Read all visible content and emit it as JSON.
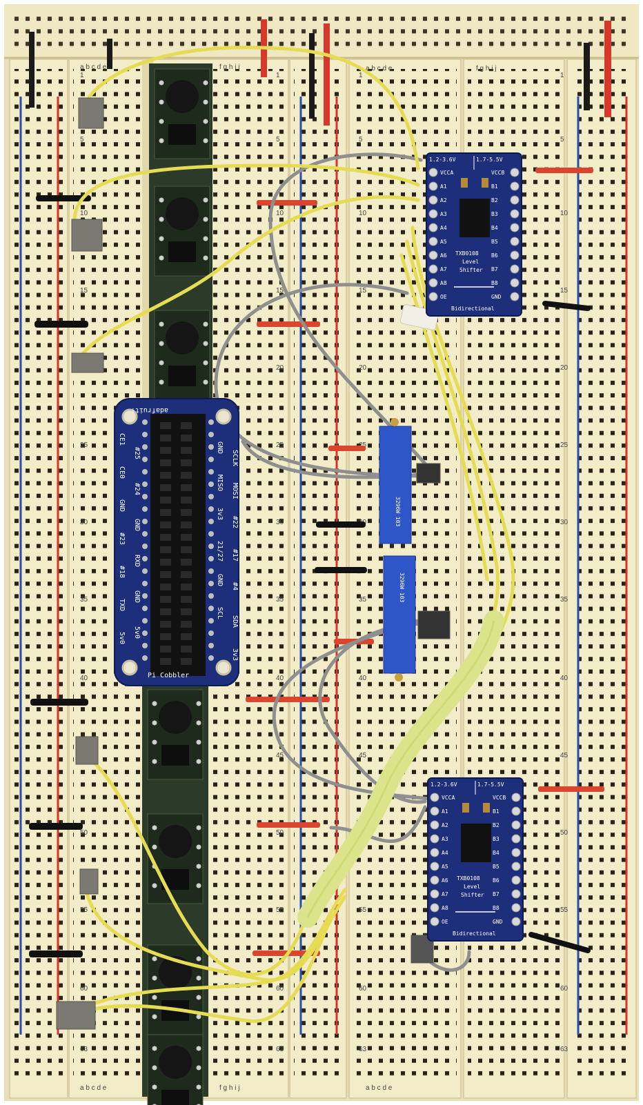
{
  "breadboard": {
    "column_letters_left": "a b c d e",
    "column_letters_right": "f g h i j",
    "row_numbers": [
      "1",
      "5",
      "10",
      "15",
      "20",
      "25",
      "30",
      "35",
      "40",
      "45",
      "50",
      "55",
      "60",
      "63"
    ]
  },
  "cobbler": {
    "brand": "adafruit!",
    "name": "Pi Cobbler",
    "left_pins": [
      "CE1",
      "CE0",
      "GND",
      "#23",
      "#18",
      "TXD",
      "5v0"
    ],
    "left_pins_inner": [
      "#25",
      "#24",
      "GND",
      "RXD",
      "GND",
      "5v0"
    ],
    "right_pins": [
      "SCLK",
      "MOSI",
      "#22",
      "#17",
      "#4",
      "SDA",
      "3v3"
    ],
    "right_pins_inner": [
      "GND",
      "MISO",
      "3v3",
      "21/27",
      "GND",
      "SCL"
    ]
  },
  "level_shifter_top": {
    "header_left": "1.2-3.6V",
    "header_right": "1.7-5.5V",
    "left_pins": [
      "VCCA",
      "A1",
      "A2",
      "A3",
      "A4",
      "A5",
      "A6",
      "A7",
      "A8",
      "OE"
    ],
    "right_pins": [
      "VCCB",
      "B1",
      "B2",
      "B3",
      "B4",
      "B5",
      "B6",
      "B7",
      "B8",
      "GND"
    ],
    "title_line1": "TXB0108",
    "title_line2": "Level",
    "title_line3": "Shifter",
    "footer": "Bidirectional"
  },
  "level_shifter_bottom": {
    "header_left": "1.2-3.6V",
    "header_right": "1.7-5.5V",
    "left_pins": [
      "VCCA",
      "A1",
      "A2",
      "A3",
      "A4",
      "A5",
      "A6",
      "A7",
      "A8",
      "OE"
    ],
    "right_pins": [
      "VCCB",
      "B1",
      "B2",
      "B3",
      "B4",
      "B5",
      "B6",
      "B7",
      "B8",
      "GND"
    ],
    "title_line1": "TXB0108",
    "title_line2": "Level",
    "title_line3": "Shifter",
    "footer": "Bidirectional"
  },
  "trimpot_top": {
    "label": "3296W 103"
  },
  "trimpot_bottom": {
    "label": "3296W 103"
  },
  "colors": {
    "board": "#f3ecc8",
    "board_edge": "#d9cfa3",
    "hole": "#2a2418",
    "rail_red": "#d8332b",
    "rail_blue": "#2a4fa8",
    "pcb_blue": "#1d2f7a",
    "pcb_green": "#2c3a2a",
    "wire_yellow": "#e6dc54",
    "wire_gray": "#8f8f8f",
    "wire_red": "#d9452e",
    "wire_black": "#111111",
    "heatshrink": "#dbe48a"
  }
}
